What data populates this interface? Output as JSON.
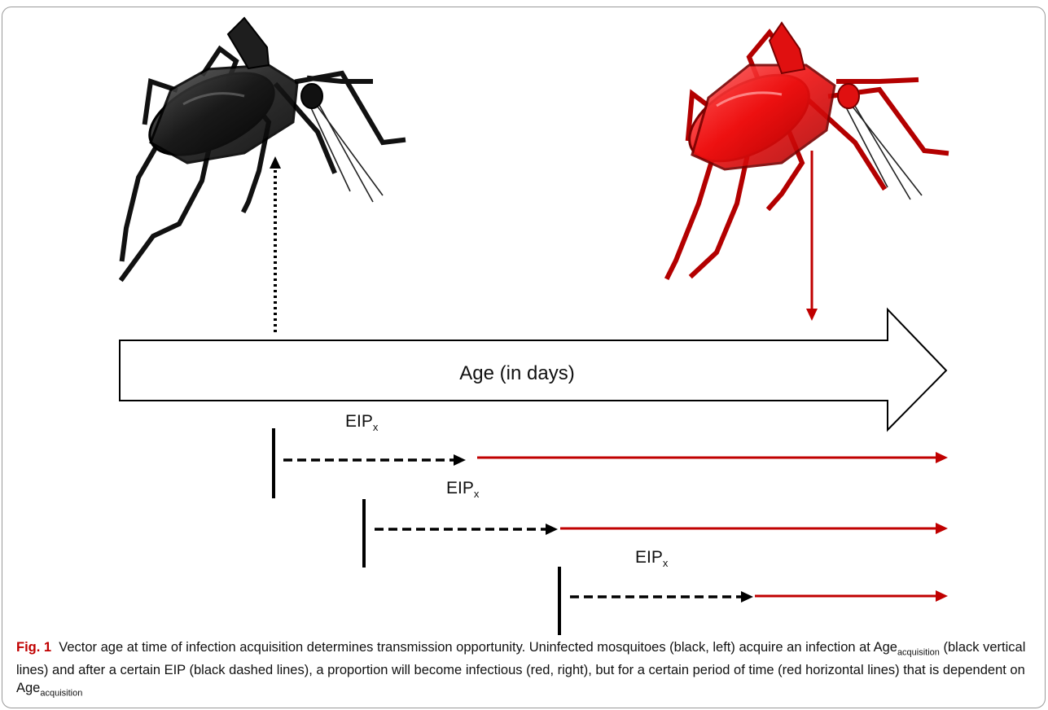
{
  "diagram": {
    "axis_label": "Age (in days)",
    "eip_label": {
      "main": "EIP",
      "sub": "x"
    }
  },
  "caption": {
    "figure_label": "Fig. 1",
    "part1": "Vector age at time of infection acquisition determines transmission opportunity. Uninfected mosquitoes (black, left) acquire an infection at ",
    "age_main": "Age",
    "age_sub": "acquisition",
    "part2": " (black vertical lines) and after a certain EIP (black dashed lines), a proportion will become infectious (red, right), but for a certain period of time (red horizontal lines) that is dependent on ",
    "age2_main": "Age",
    "age2_sub": "acquisition"
  },
  "colors": {
    "uninfected": "#111111",
    "infectious": "#e01010",
    "infectious_dark": "#b30000",
    "line_red": "#c00000",
    "figure_label": "#c00000"
  },
  "icons": [
    "uninfected-mosquito-icon",
    "infectious-mosquito-icon"
  ]
}
